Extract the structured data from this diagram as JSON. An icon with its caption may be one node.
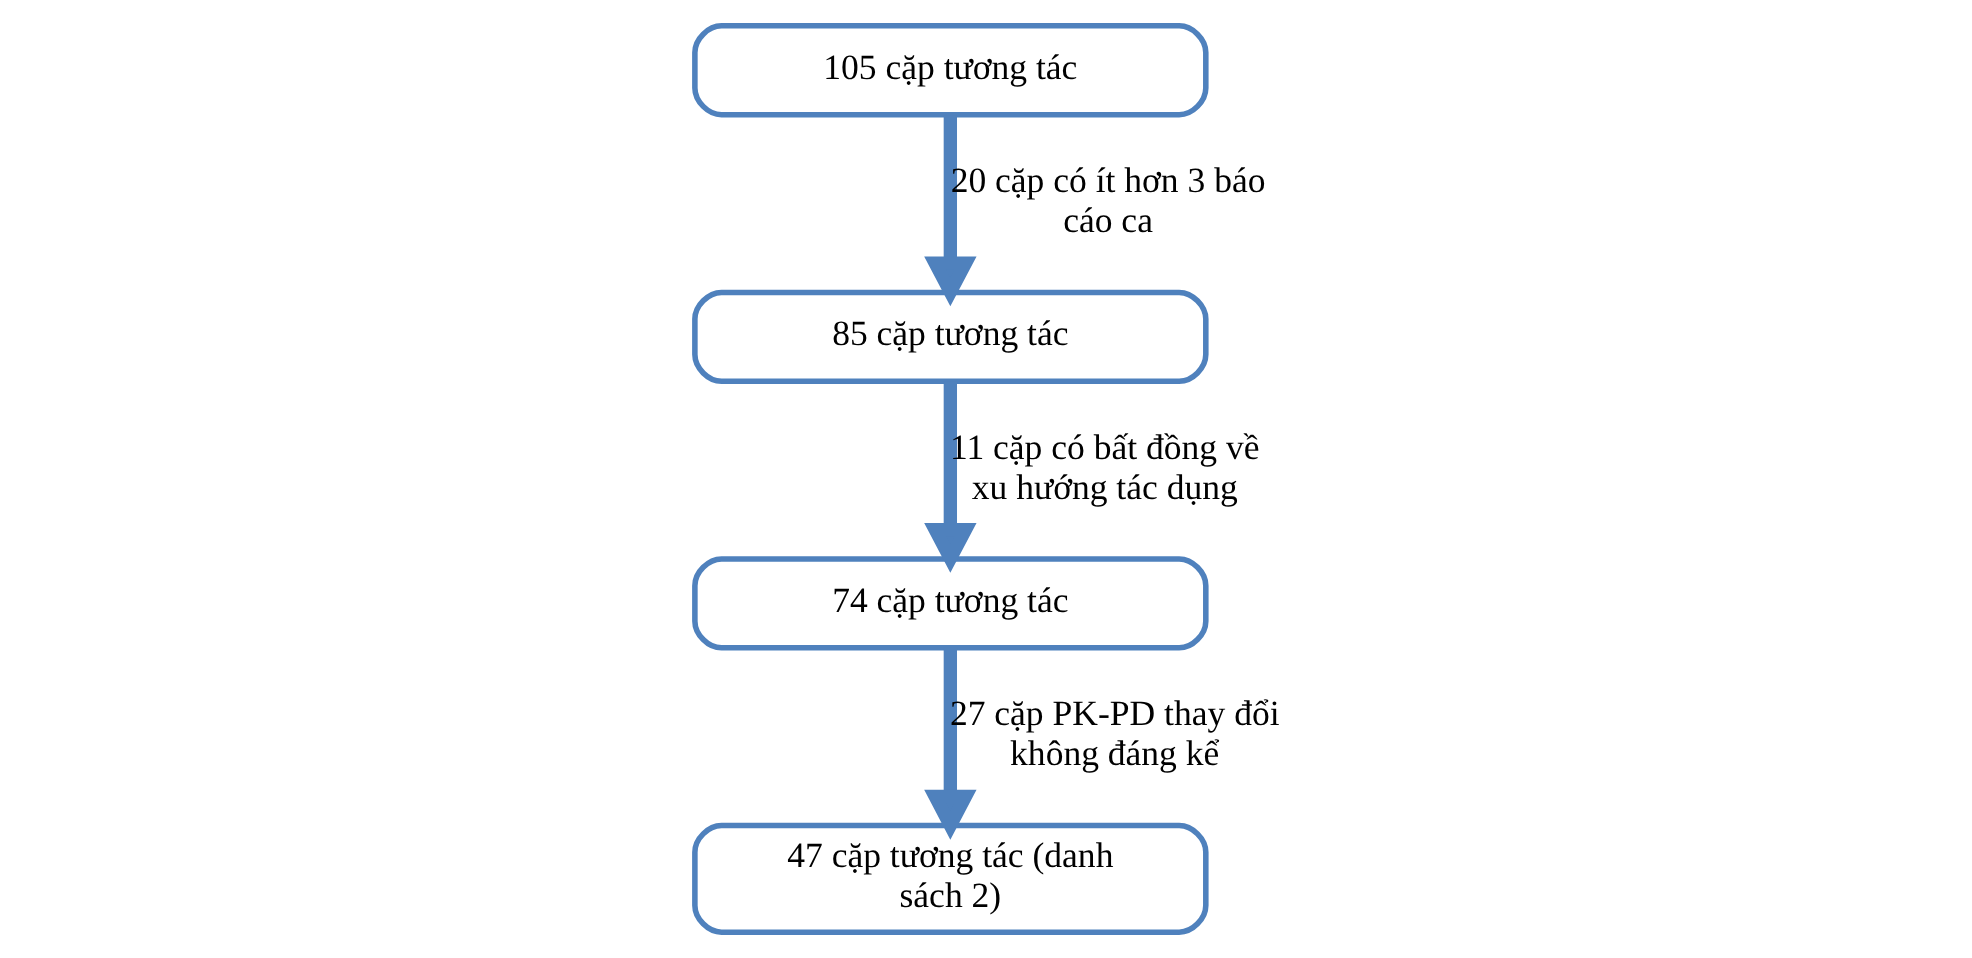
{
  "diagram": {
    "nodes": [
      {
        "text": [
          "105 cặp tương tác"
        ]
      },
      {
        "text": [
          "85 cặp tương tác"
        ]
      },
      {
        "text": [
          "74 cặp tương tác"
        ]
      },
      {
        "text": [
          "47 cặp tương tác (danh sách 2)"
        ]
      }
    ],
    "edges": [
      {
        "from": 0,
        "to": 1,
        "arrow": "to",
        "label": "20 cặp có ít hơn 3 báo cáo ca"
      },
      {
        "from": 1,
        "to": 2,
        "arrow": "to",
        "label": "11 cặp có bất đồng về xu hướng tác dụng"
      },
      {
        "from": 2,
        "to": 3,
        "arrow": "to",
        "label": "27 cặp PK-PD thay đổi không đáng kể"
      }
    ]
  }
}
